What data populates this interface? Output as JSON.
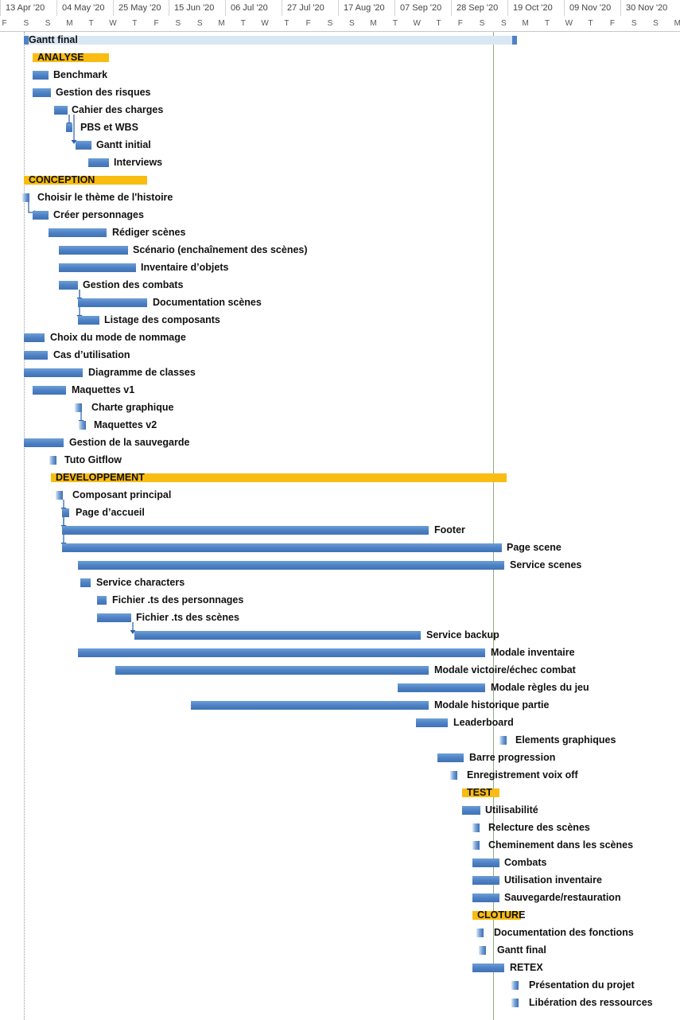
{
  "timescale": {
    "weeks": [
      "13 Apr '20",
      "04 May '20",
      "25 May '20",
      "15 Jun '20",
      "06 Jul '20",
      "27 Jul '20",
      "17 Aug '20",
      "07 Sep '20",
      "28 Sep '20",
      "19 Oct '20",
      "09 Nov '20",
      "30 Nov '20"
    ],
    "days": [
      "F",
      "S",
      "S",
      "M",
      "T",
      "W",
      "T",
      "F",
      "S",
      "S",
      "M",
      "T",
      "W",
      "T",
      "F",
      "S",
      "S",
      "M",
      "T",
      "W",
      "T",
      "F",
      "S",
      "S",
      "M",
      "T",
      "W",
      "T",
      "F",
      "S",
      "S",
      "M"
    ]
  },
  "colors": {
    "task_bar": "#4f82c4",
    "summary_bar": "#f9bc12",
    "project_bar": "#d9e7f5",
    "link": "#2a5ea8",
    "status_line": "#8fae7e"
  },
  "tasks": [
    {
      "label": "Gantt final",
      "kind": "project"
    },
    {
      "label": "ANALYSE",
      "kind": "summary"
    },
    {
      "label": "Benchmark",
      "kind": "task"
    },
    {
      "label": "Gestion des risques",
      "kind": "task"
    },
    {
      "label": "Cahier des charges",
      "kind": "task"
    },
    {
      "label": "PBS et WBS",
      "kind": "task"
    },
    {
      "label": "Gantt initial",
      "kind": "task"
    },
    {
      "label": "Interviews",
      "kind": "task"
    },
    {
      "label": "CONCEPTION",
      "kind": "summary"
    },
    {
      "label": "Choisir le thème de l'histoire",
      "kind": "milestone"
    },
    {
      "label": "Créer personnages",
      "kind": "task"
    },
    {
      "label": "Rédiger scènes",
      "kind": "task"
    },
    {
      "label": "Scénario (enchaînement des scènes)",
      "kind": "task"
    },
    {
      "label": "Inventaire d’objets",
      "kind": "task"
    },
    {
      "label": "Gestion des combats",
      "kind": "task"
    },
    {
      "label": "Documentation scènes",
      "kind": "task"
    },
    {
      "label": "Listage des composants",
      "kind": "task"
    },
    {
      "label": "Choix du mode de nommage",
      "kind": "task"
    },
    {
      "label": "Cas d’utilisation",
      "kind": "task"
    },
    {
      "label": "Diagramme de classes",
      "kind": "task"
    },
    {
      "label": "Maquettes v1",
      "kind": "task"
    },
    {
      "label": "Charte graphique",
      "kind": "milestone"
    },
    {
      "label": "Maquettes v2",
      "kind": "milestone"
    },
    {
      "label": "Gestion de la sauvegarde",
      "kind": "task"
    },
    {
      "label": "Tuto Gitflow",
      "kind": "milestone"
    },
    {
      "label": "DEVELOPPEMENT",
      "kind": "summary"
    },
    {
      "label": "Composant principal",
      "kind": "milestone"
    },
    {
      "label": "Page d’accueil",
      "kind": "task"
    },
    {
      "label": "Footer",
      "kind": "task"
    },
    {
      "label": "Page scene",
      "kind": "task"
    },
    {
      "label": "Service scenes",
      "kind": "task"
    },
    {
      "label": "Service characters",
      "kind": "task"
    },
    {
      "label": "Fichier .ts des personnages",
      "kind": "task"
    },
    {
      "label": "Fichier .ts des scènes",
      "kind": "task"
    },
    {
      "label": "Service backup",
      "kind": "task"
    },
    {
      "label": "Modale inventaire",
      "kind": "task"
    },
    {
      "label": "Modale victoire/échec combat",
      "kind": "task"
    },
    {
      "label": "Modale règles du jeu",
      "kind": "task"
    },
    {
      "label": "Modale historique partie",
      "kind": "task"
    },
    {
      "label": "Leaderboard",
      "kind": "task"
    },
    {
      "label": "Elements graphiques",
      "kind": "milestone"
    },
    {
      "label": "Barre progression",
      "kind": "task"
    },
    {
      "label": "Enregistrement voix off",
      "kind": "milestone"
    },
    {
      "label": "TEST",
      "kind": "summary"
    },
    {
      "label": "Utilisabilité",
      "kind": "task"
    },
    {
      "label": "Relecture des scènes",
      "kind": "milestone"
    },
    {
      "label": "Cheminement dans les scènes",
      "kind": "milestone"
    },
    {
      "label": "Combats",
      "kind": "task"
    },
    {
      "label": "Utilisation inventaire",
      "kind": "task"
    },
    {
      "label": "Sauvegarde/restauration",
      "kind": "task"
    },
    {
      "label": "CLOTURE",
      "kind": "summary"
    },
    {
      "label": "Documentation des fonctions",
      "kind": "milestone"
    },
    {
      "label": "Gantt final",
      "kind": "milestone"
    },
    {
      "label": "RETEX",
      "kind": "task"
    },
    {
      "label": "Présentation du projet",
      "kind": "milestone"
    },
    {
      "label": "Libération des ressources",
      "kind": "milestone"
    }
  ]
}
